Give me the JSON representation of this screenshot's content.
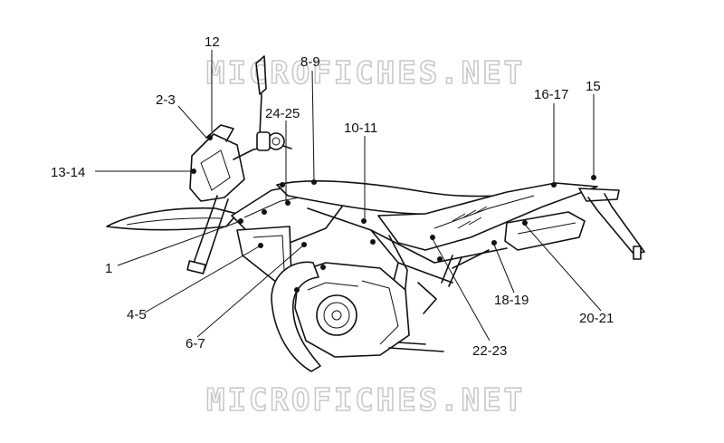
{
  "watermark": {
    "top": "MICROFICHES.NET",
    "bottom": "MICROFICHES.NET"
  },
  "callouts": {
    "c1": "1",
    "c2_3": "2-3",
    "c4_5": "4-5",
    "c6_7": "6-7",
    "c8_9": "8-9",
    "c10_11": "10-11",
    "c12": "12",
    "c13_14": "13-14",
    "c15": "15",
    "c16_17": "16-17",
    "c18_19": "18-19",
    "c20_21": "20-21",
    "c22_23": "22-23",
    "c24_25": "24-25"
  }
}
